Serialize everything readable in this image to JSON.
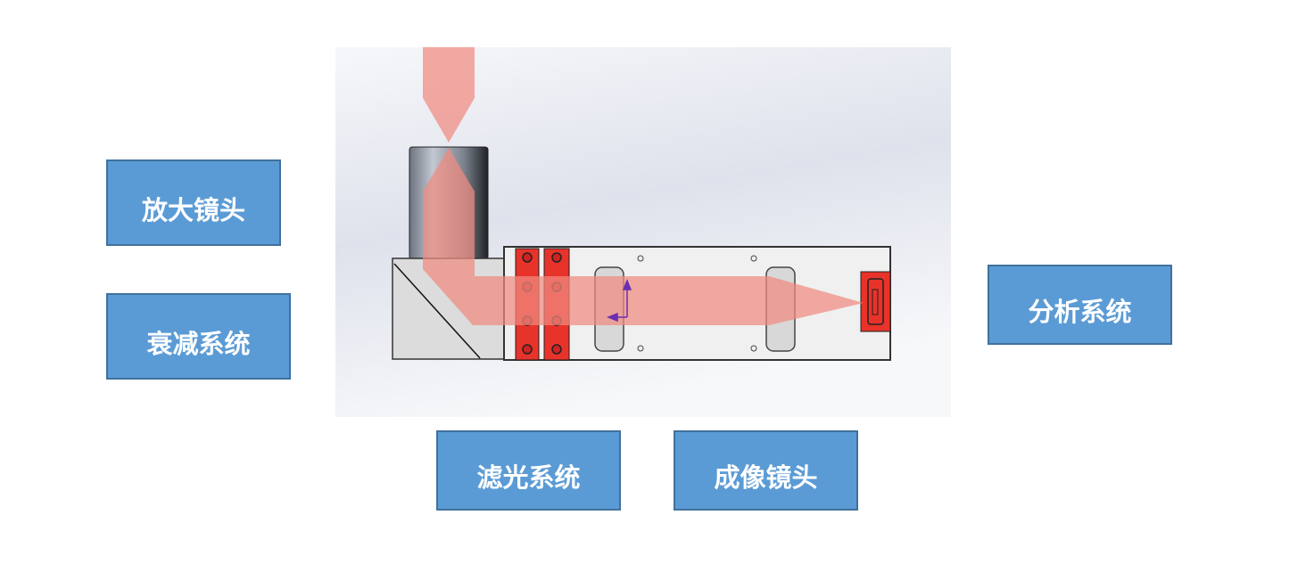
{
  "labels": {
    "magnifying_lens": "放大镜头",
    "attenuation_system": "衰减系统",
    "analysis_system": "分析系统",
    "filter_system": "滤光系统",
    "imaging_lens": "成像镜头"
  },
  "colors": {
    "label_fill": "#5b9bd5",
    "label_border": "#41719c",
    "beam": "#f08a80",
    "filter_red": "#e8332a"
  }
}
